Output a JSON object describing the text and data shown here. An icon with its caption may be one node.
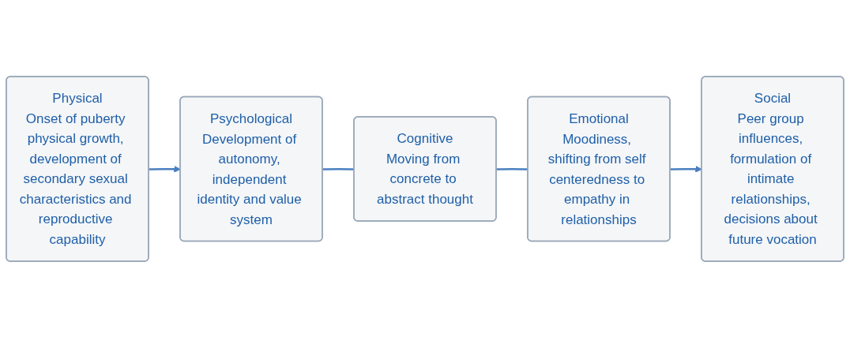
{
  "diagram": {
    "nodes": [
      {
        "text": [
          "Physical",
          "Onset of puberty physical growth, development of secondary sexual characteristics and reproductive capability"
        ]
      },
      {
        "text": [
          "Psychological",
          "Development of autonomy, independent identity and value system"
        ]
      },
      {
        "text": [
          "Cognitive",
          "Moving from concrete to abstract thought"
        ]
      },
      {
        "text": [
          "Emotional",
          "Moodiness, shifting from self centeredness to empathy in relationships"
        ]
      },
      {
        "text": [
          "Social",
          "Peer group influences, formulation of intimate relationships, decisions about future vocation"
        ]
      }
    ],
    "edges": [
      {
        "from": 0,
        "to": 1,
        "arrow": "to"
      },
      {
        "from": 1,
        "to": 2,
        "arrow": "none"
      },
      {
        "from": 2,
        "to": 3,
        "arrow": "none"
      },
      {
        "from": 3,
        "to": 4,
        "arrow": "to"
      }
    ]
  }
}
